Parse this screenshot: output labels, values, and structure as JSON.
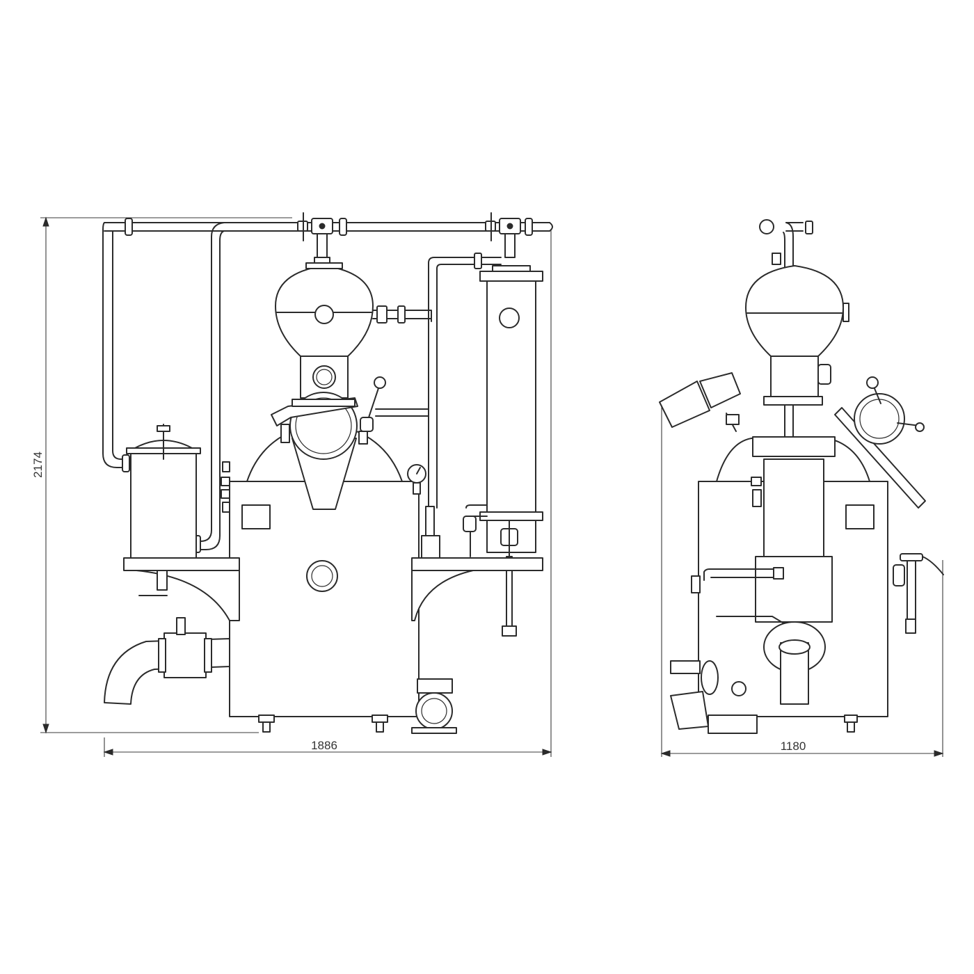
{
  "dimensions": {
    "height_label": "2174",
    "front_width_label": "1886",
    "side_width_label": "1180"
  },
  "colors": {
    "line": "#2b2b2b",
    "background": "#ffffff"
  }
}
